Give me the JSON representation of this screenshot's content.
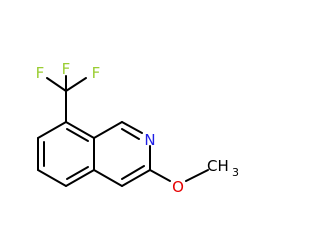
{
  "molecule": {
    "atoms": {
      "f_top": "F",
      "f_left": "F",
      "f_right": "F",
      "nitrogen": "N",
      "oxygen": "O",
      "methyl_c": "CH",
      "methyl_sub": "3"
    },
    "colors": {
      "bond": "#000000",
      "fluorine": "#9acd32",
      "nitrogen": "#1f1fe6",
      "oxygen": "#e60000",
      "carbon": "#000000"
    }
  }
}
